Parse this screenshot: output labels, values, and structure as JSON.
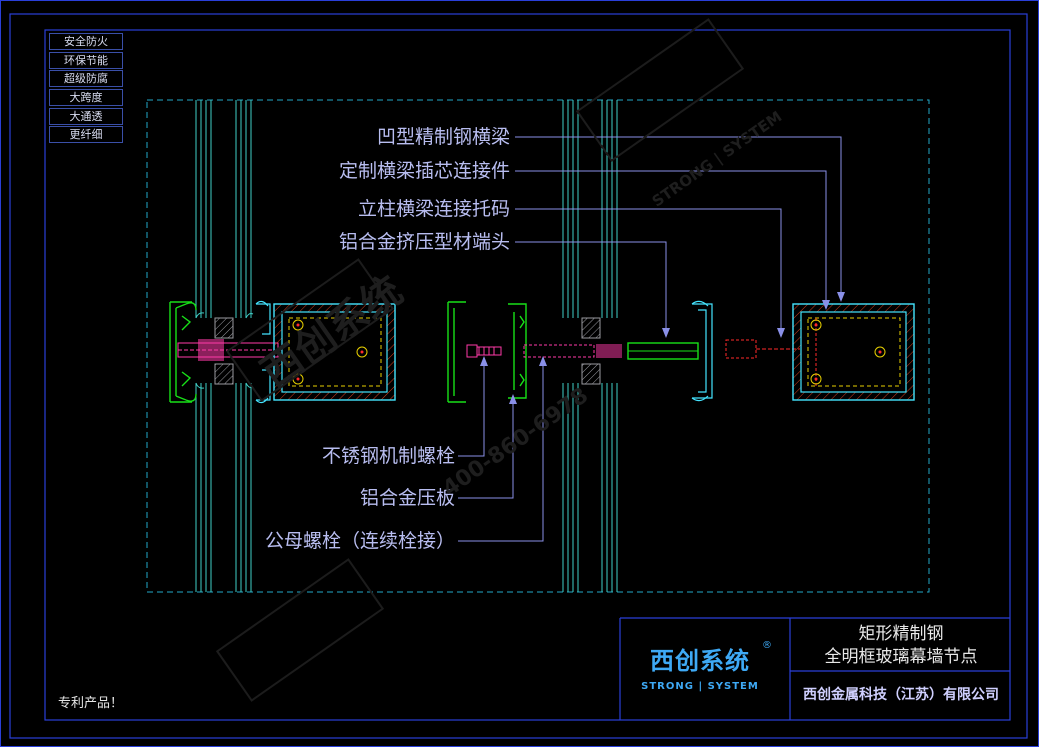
{
  "features": [
    "安全防火",
    "环保节能",
    "超级防腐",
    "大跨度",
    "大通透",
    "更纤细"
  ],
  "callouts": {
    "upper": [
      "凹型精制钢横梁",
      "定制横梁插芯连接件",
      "立柱横梁连接托码",
      "铝合金挤压型材端头"
    ],
    "lower": [
      "不锈钢机制螺栓",
      "铝合金压板",
      "公母螺栓（连续栓接）"
    ]
  },
  "patent": "专利产品！",
  "title_block": {
    "title_line1": "矩形精制钢",
    "title_line2": "全明框玻璃幕墙节点",
    "company": "西创金属科技（江苏）有限公司",
    "logo_cn": "西创系统",
    "logo_en": "STRONG | SYSTEM",
    "registered": "®"
  },
  "watermark": {
    "brand": "西创系统",
    "brand_en": "STRONG | SYSTEM",
    "phone": "400-860-6978"
  },
  "colors": {
    "background": "#000000",
    "frame": "#2a3fd8",
    "glass": "#3fd0c8",
    "steel": "#44e4ff",
    "profile": "#18e018",
    "bolt": "#ff3aa8",
    "red": "#ff2a2a",
    "yellow": "#e8d000",
    "leader": "#8a90e8",
    "label": "#b8bdf0",
    "logo": "#3ea9f5"
  }
}
